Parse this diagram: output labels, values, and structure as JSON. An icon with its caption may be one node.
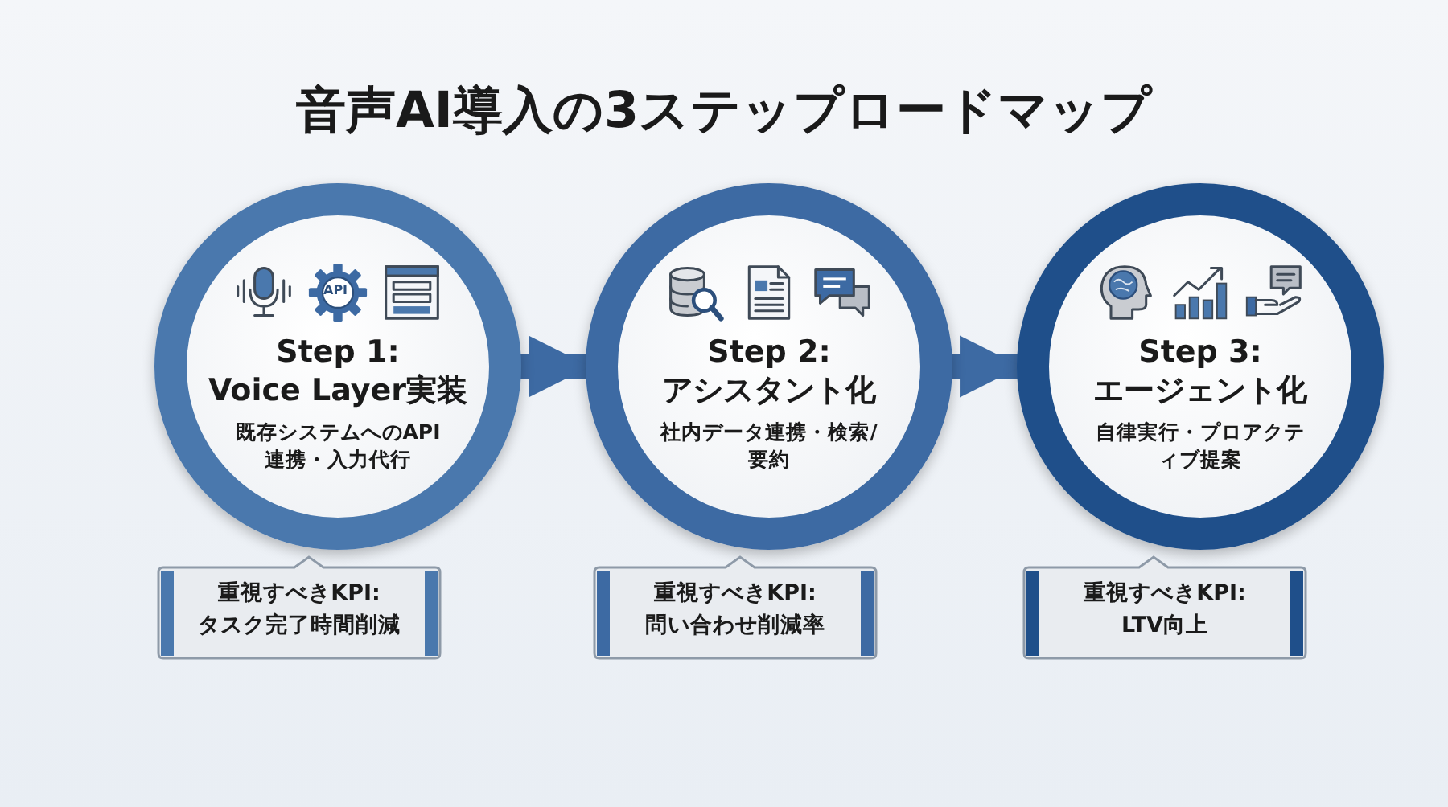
{
  "diagram": {
    "title": "音声AI導入の3ステップロードマップ",
    "nodes": [
      {
        "text": [
          "Step 1: Voice Layer実装",
          "既存システムへのAPI連携・入力代行"
        ]
      },
      {
        "text": [
          "Step 2: アシスタント化",
          "社内データ連携・検索/要約"
        ]
      },
      {
        "text": [
          "Step 3: エージェント化",
          "自律実行・プロアクティブ提案"
        ]
      },
      {
        "text": [
          "重視すべきKPI:タスク完了時間削減"
        ]
      },
      {
        "text": [
          "重視すべきKPI:問い合わせ削減率"
        ]
      },
      {
        "text": [
          "重視すべきKPI:LTV向上"
        ]
      }
    ],
    "edges": [
      {
        "from": 0,
        "to": 1,
        "arrow": "to"
      },
      {
        "from": 1,
        "to": 2,
        "arrow": "to"
      }
    ],
    "labels": [
      "API"
    ]
  }
}
